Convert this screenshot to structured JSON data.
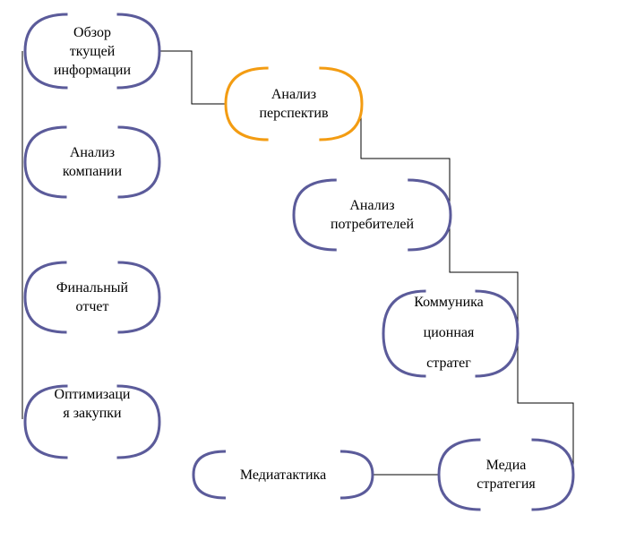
{
  "colors": {
    "node_stroke": "#5b5b9a",
    "highlight_stroke": "#f39c12",
    "connector": "#000000"
  },
  "nodes": {
    "overview": {
      "lines": [
        "Обзор",
        "ткущей",
        "информации"
      ]
    },
    "prospects": {
      "lines": [
        "Анализ",
        "перспектив"
      ],
      "highlighted": true
    },
    "company": {
      "lines": [
        "Анализ",
        "компании"
      ]
    },
    "consumers": {
      "lines": [
        "Анализ",
        "потребителей"
      ]
    },
    "final_report": {
      "lines": [
        "Финальный",
        "отчет"
      ]
    },
    "communication": {
      "lines": [
        "Коммуника",
        "ционная",
        "стратег"
      ]
    },
    "purchase_opt": {
      "lines": [
        "Оптимизаци",
        "я закупки"
      ]
    },
    "mediatactics": {
      "lines": [
        "Медиатактика"
      ]
    },
    "mediastrategy": {
      "lines": [
        "Медиа",
        "стратегия"
      ]
    }
  }
}
